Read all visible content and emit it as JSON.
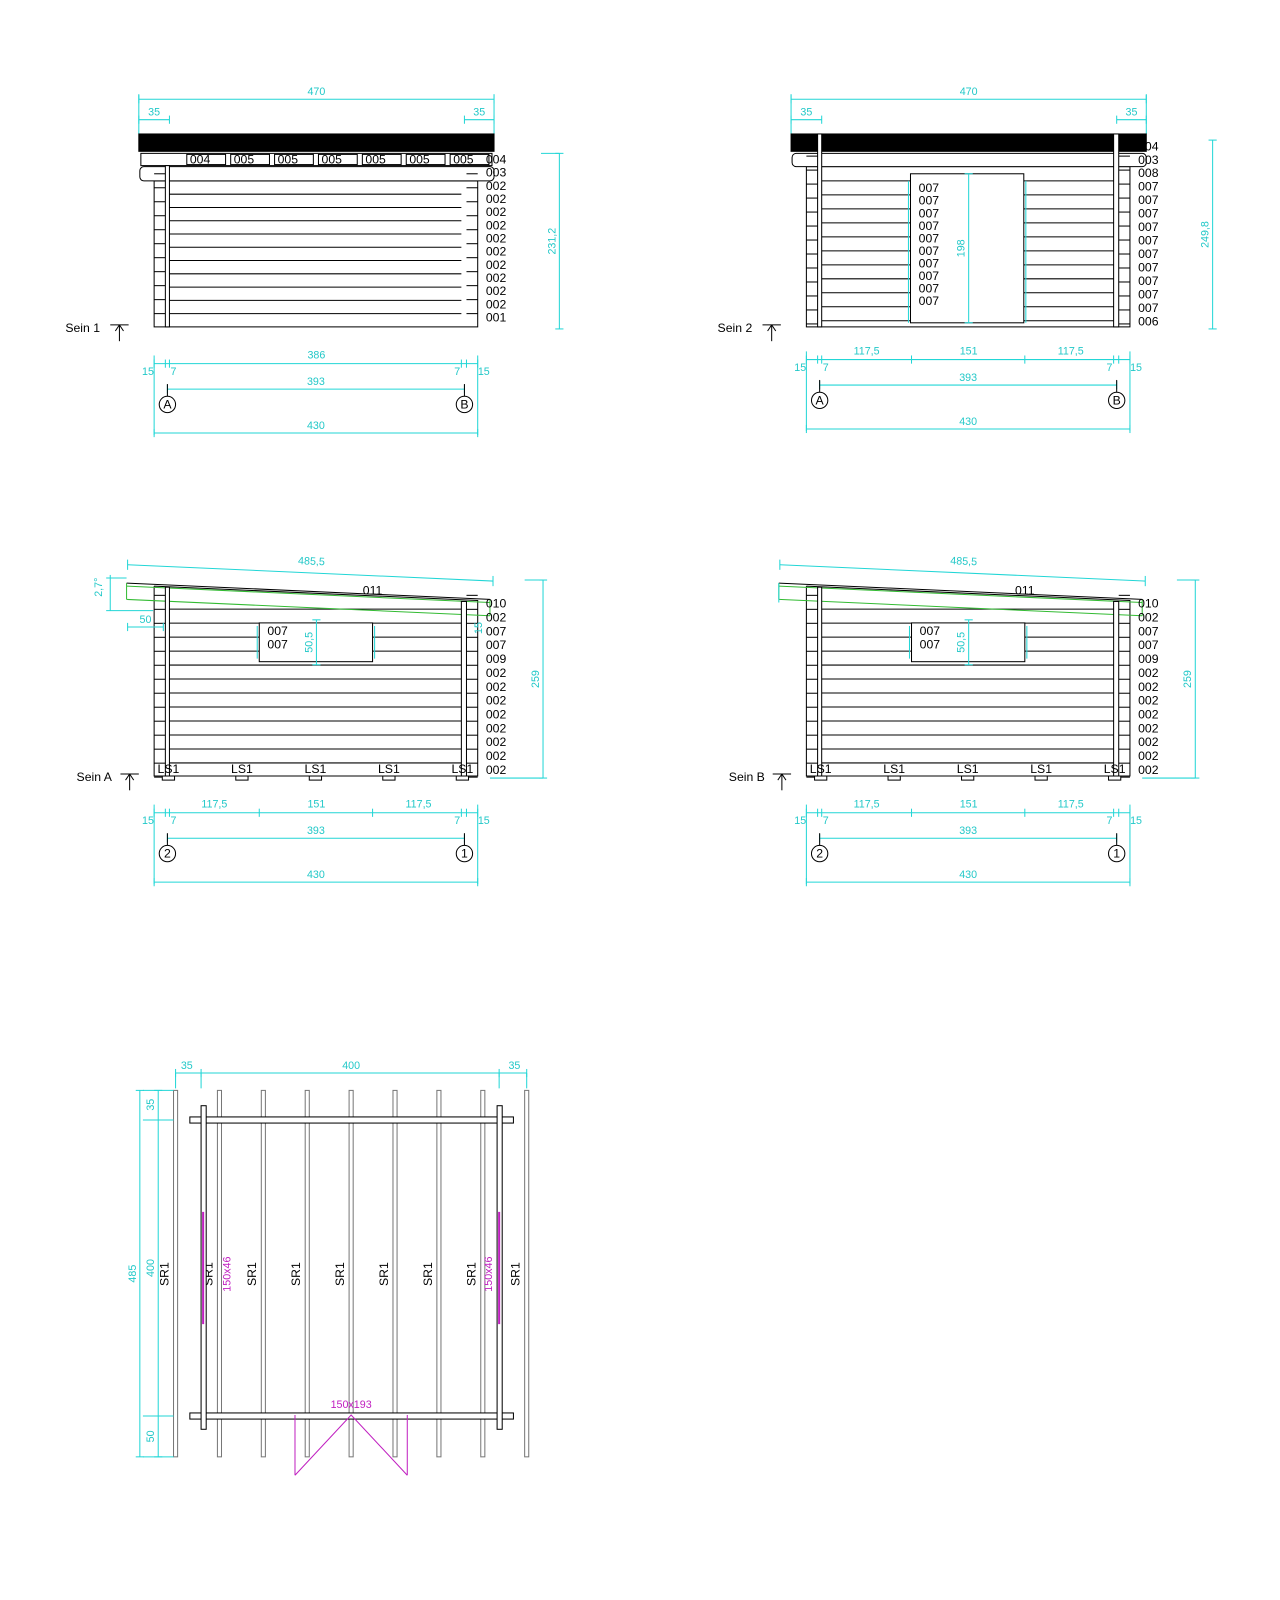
{
  "sein1": {
    "title": "Sein 1",
    "dims": {
      "total_width": "470",
      "overhang_left": "35",
      "overhang_right": "35",
      "height": "231,2",
      "inner": "386",
      "edge_left": "15",
      "post_left": "7",
      "post_right": "7",
      "edge_right": "15",
      "axis": "393",
      "base": "430"
    },
    "roof_labels": [
      "004",
      "005",
      "005",
      "005",
      "005",
      "005",
      "005"
    ],
    "side_labels": [
      "004",
      "003",
      "002",
      "002",
      "002",
      "002",
      "002",
      "002",
      "002",
      "002",
      "002",
      "002",
      "001"
    ],
    "axes": [
      "A",
      "B"
    ]
  },
  "sein2": {
    "title": "Sein 2",
    "dims": {
      "total_width": "470",
      "overhang_left": "35",
      "overhang_right": "35",
      "height": "249,8",
      "door_height": "198",
      "seg_left": "117,5",
      "seg_mid": "151",
      "seg_right": "117,5",
      "edge_left": "15",
      "post_left": "7",
      "post_right": "7",
      "edge_right": "15",
      "axis": "393",
      "base": "430"
    },
    "door_labels": [
      "007",
      "007",
      "007",
      "007",
      "007",
      "007",
      "007",
      "007",
      "007",
      "007"
    ],
    "side_labels": [
      "004",
      "003",
      "008",
      "007",
      "007",
      "007",
      "007",
      "007",
      "007",
      "007",
      "007",
      "007",
      "007",
      "006"
    ],
    "axes": [
      "A",
      "B"
    ]
  },
  "seinA": {
    "title": "Sein A",
    "dims": {
      "roof_length": "485,5",
      "slope": "2,7°",
      "overhang_front": "50",
      "height": "259",
      "window_height": "50,5",
      "window_offset": "15",
      "seg_left": "117,5",
      "seg_mid": "151",
      "seg_right": "117,5",
      "edge_left": "15",
      "post_left": "7",
      "post_right": "7",
      "edge_right": "15",
      "axis": "393",
      "base": "430"
    },
    "ridge_label": "011",
    "window_labels": [
      "007",
      "007"
    ],
    "side_labels": [
      "010",
      "002",
      "007",
      "007",
      "009",
      "002",
      "002",
      "002",
      "002",
      "002",
      "002",
      "002",
      "002"
    ],
    "foot_labels": [
      "LS1",
      "LS1",
      "LS1",
      "LS1",
      "LS1"
    ],
    "axes": [
      "2",
      "1"
    ]
  },
  "seinB": {
    "title": "Sein B",
    "dims": {
      "roof_length": "485,5",
      "height": "259",
      "window_height": "50,5",
      "seg_left": "117,5",
      "seg_mid": "151",
      "seg_right": "117,5",
      "edge_left": "15",
      "post_left": "7",
      "post_right": "7",
      "edge_right": "15",
      "axis": "393",
      "base": "430"
    },
    "ridge_label": "011",
    "window_labels": [
      "007",
      "007"
    ],
    "side_labels": [
      "010",
      "002",
      "007",
      "007",
      "009",
      "002",
      "002",
      "002",
      "002",
      "002",
      "002",
      "002",
      "002"
    ],
    "foot_labels": [
      "LS1",
      "LS1",
      "LS1",
      "LS1",
      "LS1"
    ],
    "axes": [
      "2",
      "1"
    ]
  },
  "floor": {
    "dims": {
      "overhang_left": "35",
      "width": "400",
      "overhang_right": "35",
      "depth_total": "485",
      "overhang_back": "35",
      "depth": "400",
      "overhang_front": "50"
    },
    "beam_labels": [
      "SR1",
      "SR1",
      "SR1",
      "SR1",
      "SR1",
      "SR1",
      "SR1",
      "SR1",
      "SR1"
    ],
    "window_labels": [
      "150x46",
      "150x46"
    ],
    "door_label": "150x193"
  }
}
